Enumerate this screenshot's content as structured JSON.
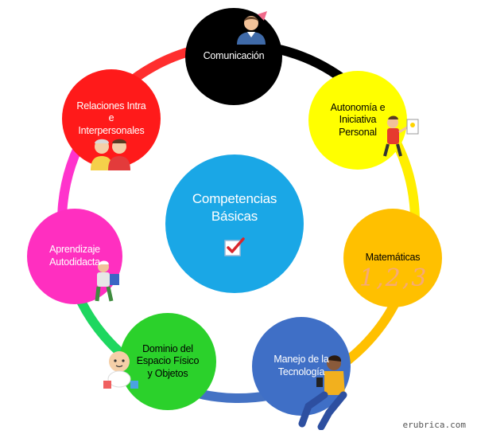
{
  "colors": {
    "ring_segments": [
      "#000000",
      "#ffee00",
      "#ffc000",
      "#4472c4",
      "#1ed760",
      "#ff33cc",
      "#ff2e2e",
      "#ff1010"
    ],
    "center": "#1aa7e6",
    "check": "#d9262c"
  },
  "center": {
    "line1": "Competencias",
    "line2": "Básicas",
    "icon": "checkbox-check-icon"
  },
  "nodes": [
    {
      "key": "comunicacion",
      "lines": [
        "Comunicación"
      ],
      "color": "#000000",
      "text_color": "#ffffff",
      "icon": "person-avatar-icon"
    },
    {
      "key": "autonomia",
      "lines": [
        "Autonomía e",
        "Iniciativa",
        "Personal"
      ],
      "color": "#ffff00",
      "text_color": "#000000",
      "icon": "lightbulb-person-icon"
    },
    {
      "key": "matematicas",
      "lines": [
        "Matemáticas"
      ],
      "color": "#ffc000",
      "text_color": "#000000",
      "icon": "numbers-icon"
    },
    {
      "key": "tecnologia",
      "lines": [
        "Manejo de la",
        "Tecnología"
      ],
      "color": "#3f6fc6",
      "text_color": "#ffffff",
      "icon": "person-phone-icon"
    },
    {
      "key": "espacio",
      "lines": [
        "Dominio del",
        "Espacio Físico",
        "y Objetos"
      ],
      "color": "#2bd12b",
      "text_color": "#000000",
      "icon": "baby-blocks-icon"
    },
    {
      "key": "aprendizaje",
      "lines": [
        "Aprendizaje",
        "Autodidacta"
      ],
      "color": "#ff2fc0",
      "text_color": "#ffffff",
      "icon": "person-reading-icon"
    },
    {
      "key": "relaciones",
      "lines": [
        "Relaciones Intra",
        "e",
        "Interpersonales"
      ],
      "color": "#ff1a1a",
      "text_color": "#ffffff",
      "icon": "two-people-icon"
    }
  ],
  "watermark": "erubrica.com"
}
